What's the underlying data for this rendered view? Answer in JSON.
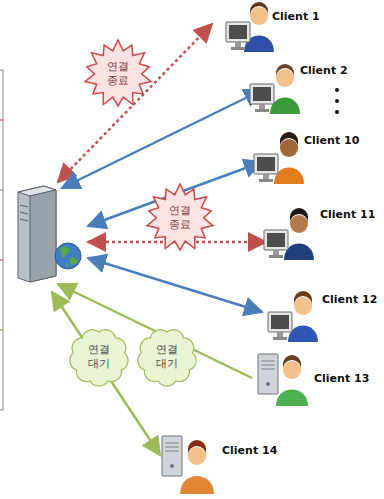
{
  "diagram": {
    "nodes": [
      {
        "text": [
          "Client 1"
        ]
      },
      {
        "text": [
          "연결 종료"
        ]
      },
      {
        "text": [
          "Client 2"
        ]
      },
      {
        "text": [
          "Client 10"
        ]
      },
      {
        "text": [
          "연결 종료"
        ]
      },
      {
        "text": [
          "Client 11"
        ]
      },
      {
        "text": [
          "Client 12"
        ]
      },
      {
        "text": [
          "연결 대기"
        ]
      },
      {
        "text": [
          "연결 대기"
        ]
      },
      {
        "text": [
          "Client 13"
        ]
      },
      {
        "text": [
          "Client 14"
        ]
      }
    ]
  }
}
